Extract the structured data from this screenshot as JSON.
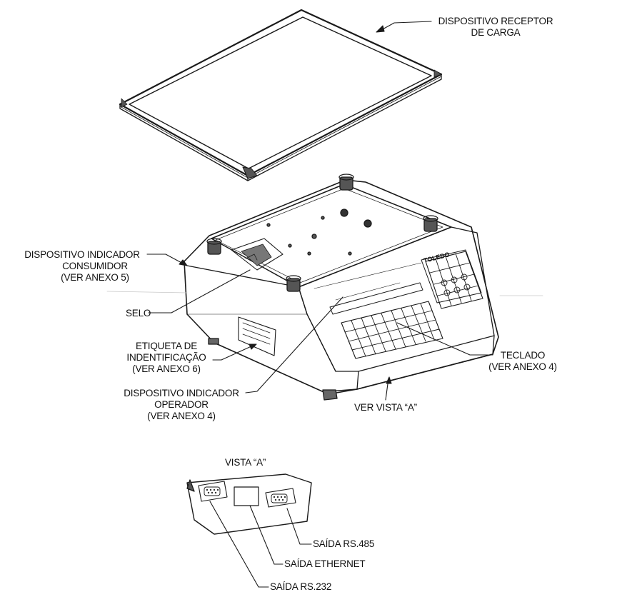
{
  "labels": {
    "receptor": [
      "DISPOSITIVO RECEPTOR",
      "DE CARGA"
    ],
    "consumidor": [
      "DISPOSITIVO INDICADOR",
      "CONSUMIDOR",
      "(VER ANEXO 5)"
    ],
    "selo": "SELO",
    "etiqueta": [
      "ETIQUETA DE",
      "INDENTIFICAÇÃO",
      "(VER ANEXO 6)"
    ],
    "operador": [
      "DISPOSITIVO INDICADOR",
      "OPERADOR",
      "(VER ANEXO 4)"
    ],
    "teclado": [
      "TECLADO",
      "(VER ANEXO 4)"
    ],
    "ver_vista": "VER VISTA “A”",
    "vista_a": "VISTA “A”",
    "rs485": "SAÍDA RS.485",
    "ethernet": "SAÍDA ETHERNET",
    "rs232": "SAÍDA RS.232"
  },
  "brand_logo": "TOLEDO"
}
